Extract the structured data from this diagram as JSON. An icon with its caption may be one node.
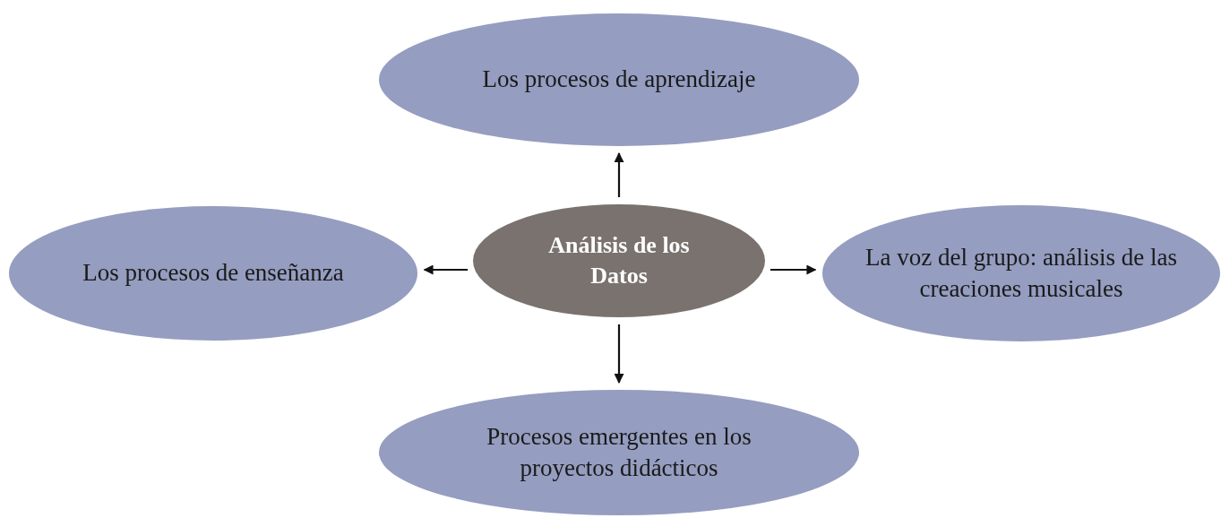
{
  "diagram": {
    "nodes": [
      {
        "text": [
          "Análisis de los Datos"
        ]
      },
      {
        "text": [
          "Los procesos de aprendizaje"
        ]
      },
      {
        "text": [
          "Los procesos de enseñanza"
        ]
      },
      {
        "text": [
          "La voz del grupo: análisis de las creaciones musicales"
        ]
      },
      {
        "text": [
          "Procesos emergentes en los proyectos didácticos"
        ]
      }
    ],
    "edges": [
      {
        "from": 0,
        "to": 1,
        "arrow": "to"
      },
      {
        "from": 0,
        "to": 2,
        "arrow": "to"
      },
      {
        "from": 0,
        "to": 3,
        "arrow": "to"
      },
      {
        "from": 0,
        "to": 4,
        "arrow": "to"
      }
    ]
  }
}
